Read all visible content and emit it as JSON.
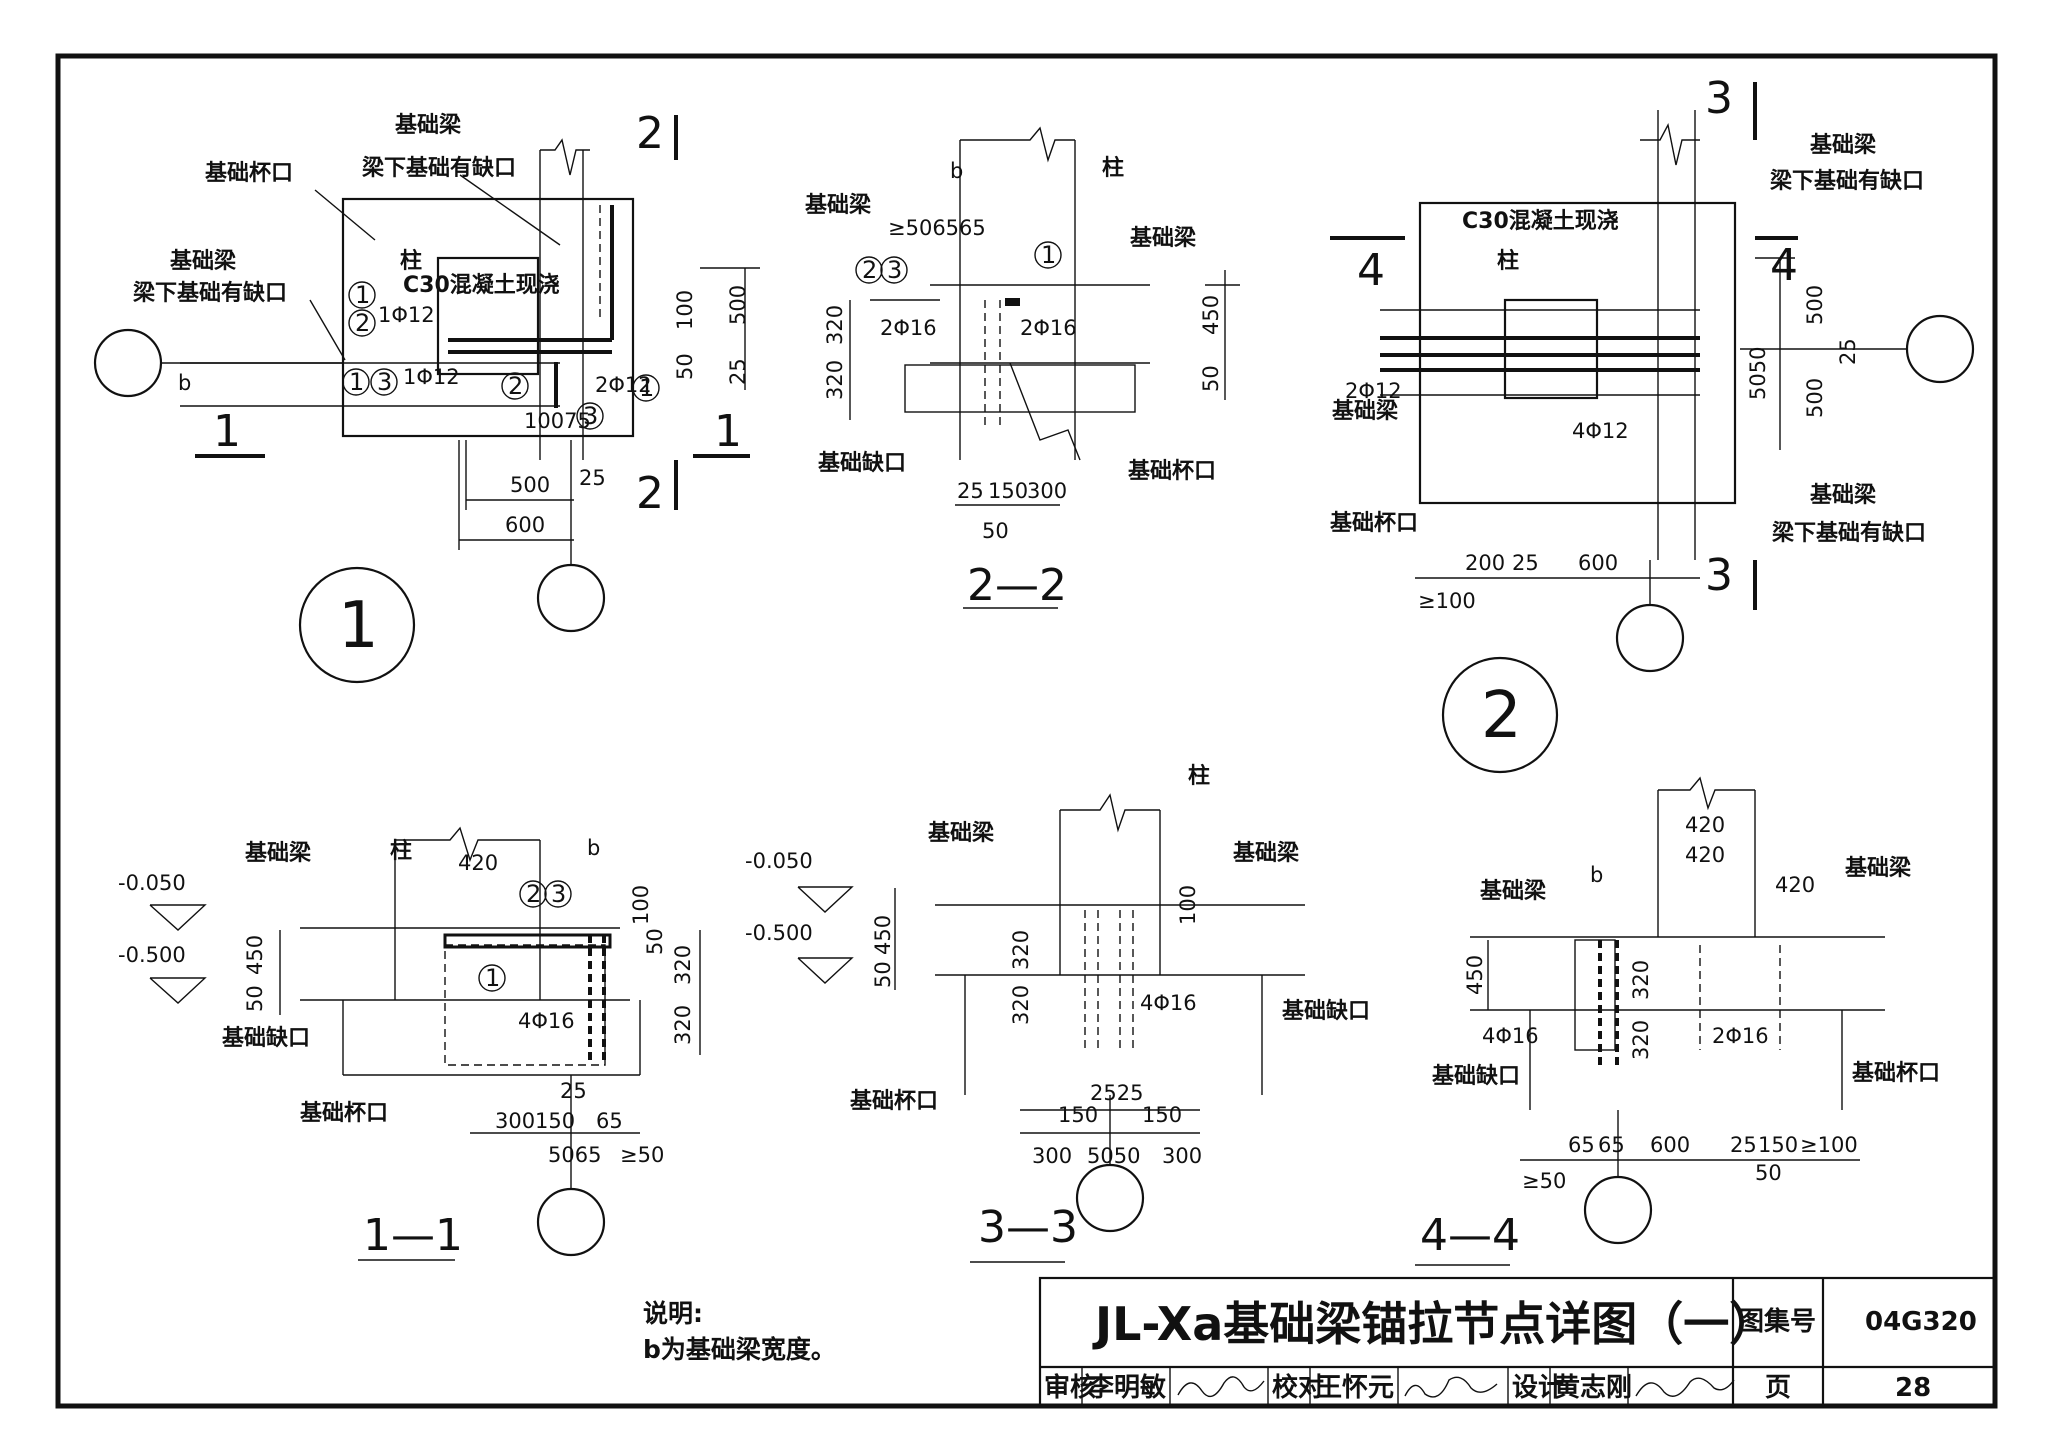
{
  "title_block": {
    "title": "JL-Xa基础梁锚拉节点详图（一）",
    "atlas_label": "图集号",
    "atlas_no": "04G320",
    "review_label": "审核",
    "reviewer": "李明敏",
    "check_label": "校对",
    "checker": "王怀元",
    "design_label": "设计",
    "designer": "黄志刚",
    "page_label": "页",
    "page_no": "28"
  },
  "notes": {
    "heading": "说明:",
    "line1": "b为基础梁宽度。"
  },
  "labels": {
    "beam": "基础梁",
    "cup": "基础杯口",
    "notch_beam_line1": "基础梁",
    "notch_beam_line2": "梁下基础有缺口",
    "column": "柱",
    "concrete": "C30混凝土现浇",
    "notch": "基础缺口"
  },
  "views": {
    "detail1": "1",
    "detail2": "2",
    "sec11": "1—1",
    "sec22": "2—2",
    "sec33": "3—3",
    "sec44": "4—4",
    "cut1": "1",
    "cut2": "2",
    "cut3": "3",
    "cut4": "4"
  },
  "rebars": {
    "r1phi12": "1Φ12",
    "r2phi12": "2Φ12",
    "r2phi16": "2Φ16",
    "r4phi12": "4Φ12",
    "r4phi16": "4Φ16"
  },
  "marks": {
    "m1": "1",
    "m2": "2",
    "m3": "3"
  },
  "elevations": {
    "e1": "-0.050",
    "e2": "-0.500"
  },
  "dims": {
    "b": "b",
    "d25": "25",
    "d50": "50",
    "d65": "65",
    "d100": "100",
    "d150": "150",
    "d200": "200",
    "d300": "300",
    "d320": "320",
    "d420": "420",
    "d450": "450",
    "d500": "500",
    "d600": "600",
    "ge50": "≥50",
    "ge100": "≥100",
    "d5065": "5065",
    "d2525": "2525",
    "d10075": "10075",
    "ge506565": "≥506565",
    "d5050": "5050"
  }
}
